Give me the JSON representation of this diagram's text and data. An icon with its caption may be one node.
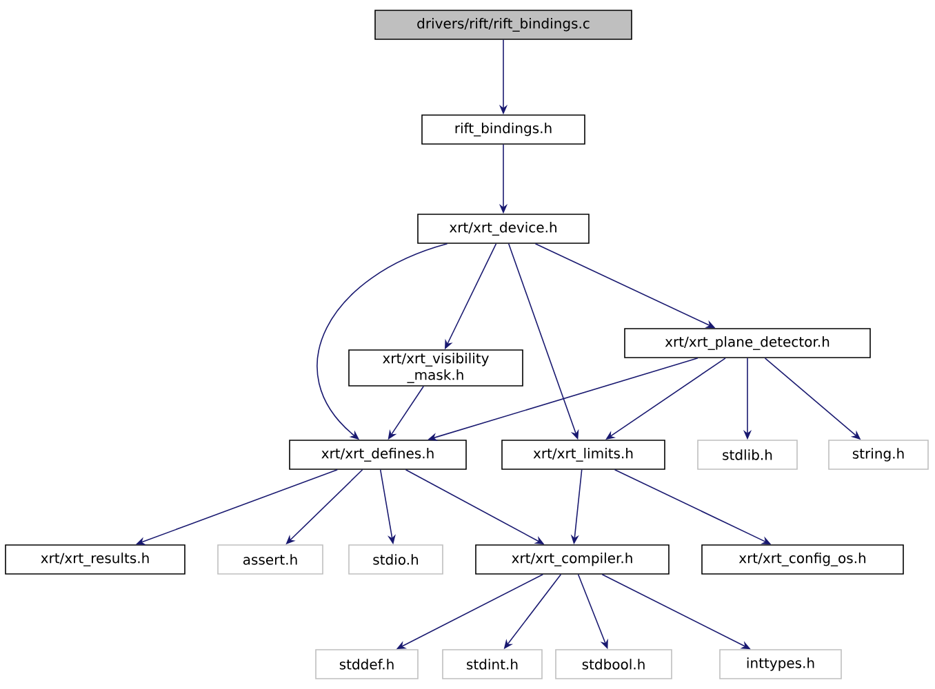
{
  "diagram": {
    "nodes": [
      {
        "text": [
          "drivers/rift/rift_bindings.c"
        ]
      },
      {
        "text": [
          "rift_bindings.h"
        ]
      },
      {
        "text": [
          "xrt/xrt_device.h"
        ]
      },
      {
        "text": [
          "xrt/xrt_visibility _mask.h"
        ]
      },
      {
        "text": [
          "xrt/xrt_plane_detector.h"
        ]
      },
      {
        "text": [
          "xrt/xrt_defines.h"
        ]
      },
      {
        "text": [
          "xrt/xrt_limits.h"
        ]
      },
      {
        "text": [
          "stdlib.h"
        ]
      },
      {
        "text": [
          "string.h"
        ]
      },
      {
        "text": [
          "xrt/xrt_results.h"
        ]
      },
      {
        "text": [
          "assert.h"
        ]
      },
      {
        "text": [
          "stdio.h"
        ]
      },
      {
        "text": [
          "xrt/xrt_compiler.h"
        ]
      },
      {
        "text": [
          "xrt/xrt_config_os.h"
        ]
      },
      {
        "text": [
          "stddef.h"
        ]
      },
      {
        "text": [
          "stdint.h"
        ]
      },
      {
        "text": [
          "stdbool.h"
        ]
      },
      {
        "text": [
          "inttypes.h"
        ]
      }
    ],
    "edges": [
      {
        "from": 0,
        "to": 1,
        "arrow": "to"
      },
      {
        "from": 1,
        "to": 2,
        "arrow": "to"
      },
      {
        "from": 2,
        "to": 5,
        "arrow": "to"
      },
      {
        "from": 2,
        "to": 3,
        "arrow": "to"
      },
      {
        "from": 2,
        "to": 6,
        "arrow": "to"
      },
      {
        "from": 2,
        "to": 4,
        "arrow": "to"
      },
      {
        "from": 3,
        "to": 5,
        "arrow": "to"
      },
      {
        "from": 4,
        "to": 5,
        "arrow": "to"
      },
      {
        "from": 4,
        "to": 6,
        "arrow": "to"
      },
      {
        "from": 4,
        "to": 7,
        "arrow": "to"
      },
      {
        "from": 4,
        "to": 8,
        "arrow": "to"
      },
      {
        "from": 5,
        "to": 9,
        "arrow": "to"
      },
      {
        "from": 5,
        "to": 10,
        "arrow": "to"
      },
      {
        "from": 5,
        "to": 11,
        "arrow": "to"
      },
      {
        "from": 5,
        "to": 12,
        "arrow": "to"
      },
      {
        "from": 6,
        "to": 12,
        "arrow": "to"
      },
      {
        "from": 6,
        "to": 13,
        "arrow": "to"
      },
      {
        "from": 12,
        "to": 14,
        "arrow": "to"
      },
      {
        "from": 12,
        "to": 15,
        "arrow": "to"
      },
      {
        "from": 12,
        "to": 16,
        "arrow": "to"
      },
      {
        "from": 12,
        "to": 17,
        "arrow": "to"
      }
    ]
  }
}
